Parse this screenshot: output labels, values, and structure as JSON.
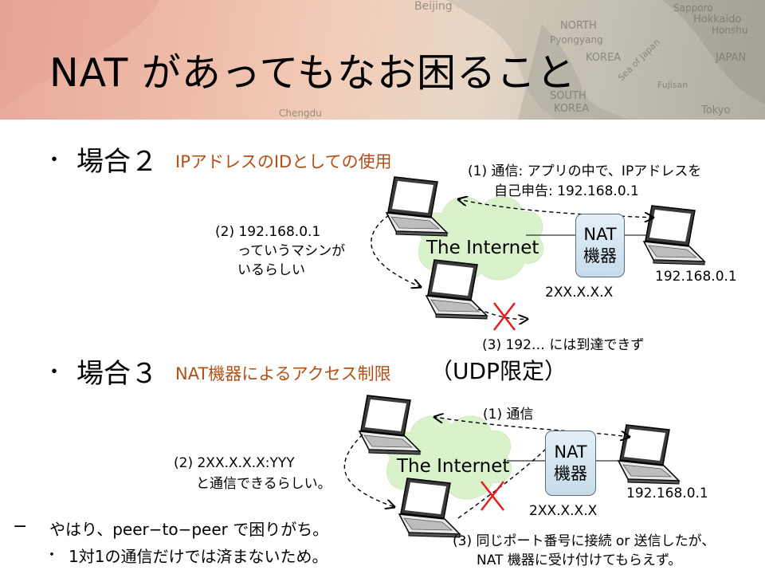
{
  "header": {
    "title": "NAT があってもなお困ること",
    "map_labels": [
      "Beijing",
      "NORTH",
      "Pyongyang",
      "KOREA",
      "SOUTH",
      "KOREA",
      "Chengdu",
      "Sapporo",
      "Hokkaido",
      "Honshu",
      "JAPAN",
      "Sea of Japan",
      "Tokyo",
      "Fujisan"
    ]
  },
  "case2": {
    "bullet": "・",
    "title": "場合２",
    "subtitle": "IPアドレスのIDとしての使用",
    "label1_line1": "(1) 通信: アプリの中で、IPアドレスを",
    "label1_line2": "自己申告: 192.168.0.1",
    "label2_line1": "(2) 192.168.0.1",
    "label2_line2": "っていうマシンが",
    "label2_line3": "いるらしい",
    "label3": "(3) 192… には到達できず",
    "internet": "The Internet",
    "nat_line1": "NAT",
    "nat_line2": "機器",
    "nat_addr": "2XX.X.X.X",
    "host_addr": "192.168.0.1"
  },
  "case3": {
    "bullet": "・",
    "title": "場合３",
    "subtitle": "NAT機器によるアクセス制限",
    "paren": "（UDP限定）",
    "label1": "(1) 通信",
    "label2_line1": "(2) 2XX.X.X.X:YYY",
    "label2_line2": "と通信できるらしい。",
    "label3_line1": "(3) 同じポート番号に接続 or 送信したが、",
    "label3_line2": "NAT  機器に受け付けてもらえず。",
    "internet": "The Internet",
    "nat_line1": "NAT",
    "nat_line2": "機器",
    "nat_addr": "2XX.X.X.X",
    "host_addr": "192.168.0.1"
  },
  "summary": {
    "dash": "−",
    "line1": "やはり、peer−to−peer で困りがち。",
    "bullet": "・",
    "line2": "1対1の通信だけでは済まないため。"
  },
  "colors": {
    "subtitle": "#b24f16",
    "cloud": "#d9f2cc",
    "cross": "#e02020",
    "nat_fill": "#d3e5f1",
    "nat_border": "#5a6d7e"
  },
  "icons": [
    "laptop-icon",
    "cloud-icon",
    "cross-mark-icon",
    "arrow-icon"
  ]
}
